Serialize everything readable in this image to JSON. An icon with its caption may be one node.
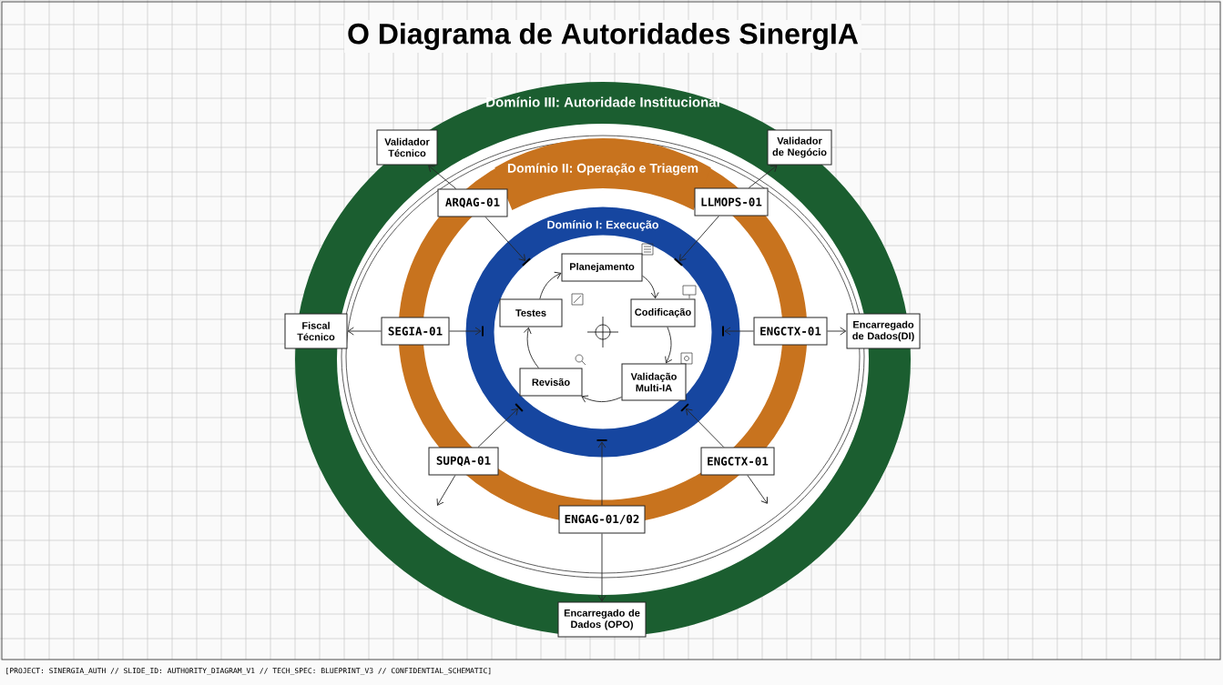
{
  "diagram": {
    "title": "O Diagrama de Autoridades SinergIA",
    "nodes": [
      {
        "text": [
          "Validador Técnico"
        ]
      },
      {
        "text": [
          "Validador de Negócio"
        ]
      },
      {
        "text": [
          "ARQAG-01"
        ]
      },
      {
        "text": [
          "LLMOPS-01"
        ]
      },
      {
        "text": [
          "Fiscal Técnico"
        ]
      },
      {
        "text": [
          "SEGIA-01"
        ]
      },
      {
        "text": [
          "ENGCTX-01"
        ]
      },
      {
        "text": [
          "Encarregado de Dados(DI)"
        ]
      },
      {
        "text": [
          "Planejamento"
        ]
      },
      {
        "text": [
          "Testes"
        ]
      },
      {
        "text": [
          "Codificação"
        ]
      },
      {
        "text": [
          "Revisão"
        ]
      },
      {
        "text": [
          "Validação Multi-IA"
        ]
      },
      {
        "text": [
          "SUPQA-01"
        ]
      },
      {
        "text": [
          "ENGCTX-01"
        ]
      },
      {
        "text": [
          "ENGAG-01/02"
        ]
      },
      {
        "text": [
          "Encarregado de Dados (OPO)"
        ]
      },
      {
        "text": [],
        "shape": "bar"
      },
      {
        "text": [],
        "shape": "bar"
      },
      {
        "text": [],
        "shape": "bar"
      },
      {
        "text": [],
        "shape": "bar"
      },
      {
        "text": [],
        "shape": "bar"
      },
      {
        "text": [],
        "shape": "bar"
      },
      {
        "text": [],
        "shape": "bar"
      }
    ],
    "edges": [
      {
        "from": 2,
        "to": 0,
        "arrow": "to"
      },
      {
        "from": 2,
        "to": 17,
        "arrow": "to"
      },
      {
        "from": 3,
        "to": 1,
        "arrow": "to"
      },
      {
        "from": 3,
        "to": 18,
        "arrow": "to"
      },
      {
        "from": 5,
        "to": 4,
        "arrow": "to"
      },
      {
        "from": 5,
        "to": 19,
        "arrow": "to"
      },
      {
        "from": 6,
        "to": 7,
        "arrow": "to"
      },
      {
        "from": 6,
        "to": 20,
        "arrow": "to"
      },
      {
        "from": 8,
        "to": 10,
        "arrow": "to"
      },
      {
        "from": 10,
        "to": 12,
        "arrow": "to"
      },
      {
        "from": 12,
        "to": 11,
        "arrow": "to"
      },
      {
        "from": 11,
        "to": 9,
        "arrow": "to"
      },
      {
        "from": 9,
        "to": 8,
        "arrow": "to"
      },
      {
        "from": 13,
        "to": 21,
        "arrow": "to"
      },
      {
        "from": 13,
        "to": null,
        "arrow": "to"
      },
      {
        "from": 14,
        "to": 22,
        "arrow": "to"
      },
      {
        "from": 14,
        "to": null,
        "arrow": "to"
      },
      {
        "from": 15,
        "to": 23,
        "arrow": "to"
      },
      {
        "from": 15,
        "to": 16,
        "arrow": "to"
      }
    ],
    "labels": [
      "Domínio III: Autoridade Institucional",
      "Domínio II: Operação e Triagem",
      "Domínio I: Execução",
      "[PROJECT: SINERGIA_AUTH // SLIDE_ID: AUTHORITY_DIAGRAM_V1 // TECH_SPEC: BLUEPRINT_V3 // CONFIDENTIAL_SCHEMATIC]"
    ]
  }
}
